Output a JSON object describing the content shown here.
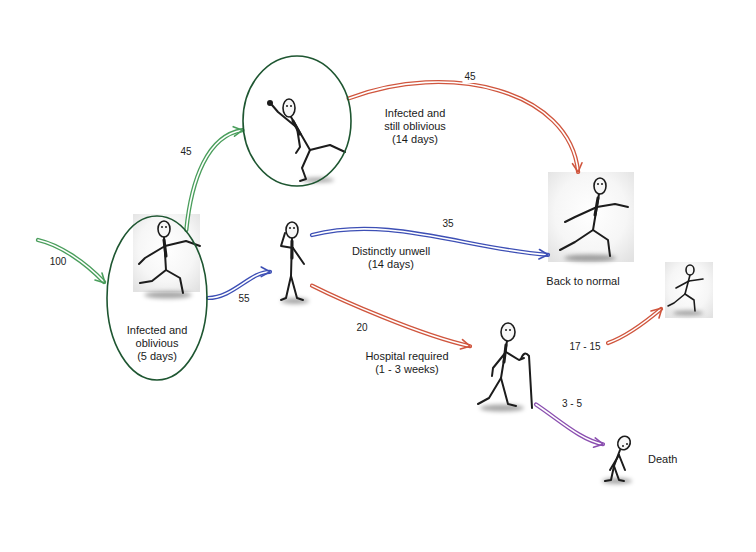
{
  "diagram": {
    "nodes": [
      {
        "text": [
          "Infected and still oblivious (14 days)"
        ]
      },
      {
        "text": [
          "Infected and oblivious (5 days)"
        ]
      },
      {
        "text": [
          "Distinctly unwell (14 days)"
        ]
      },
      {
        "text": [
          "Back to normal"
        ]
      },
      {
        "text": [
          "Hospital required (1 - 3 weeks)"
        ]
      },
      {
        "text": [
          "Death"
        ]
      }
    ],
    "edges": [
      {
        "from": 1,
        "to": 0,
        "arrow": "to",
        "label": "45"
      },
      {
        "from": 1,
        "to": 2,
        "arrow": "to",
        "label": "55"
      },
      {
        "from": 0,
        "to": 3,
        "arrow": "to",
        "label": "45"
      },
      {
        "from": 2,
        "to": 3,
        "arrow": "to",
        "label": "35"
      },
      {
        "from": 2,
        "to": 4,
        "arrow": "to",
        "label": "20"
      },
      {
        "from": 4,
        "to": 5,
        "arrow": "to",
        "label": "3 - 5"
      }
    ],
    "labels": [
      "100",
      "17 - 15"
    ]
  }
}
